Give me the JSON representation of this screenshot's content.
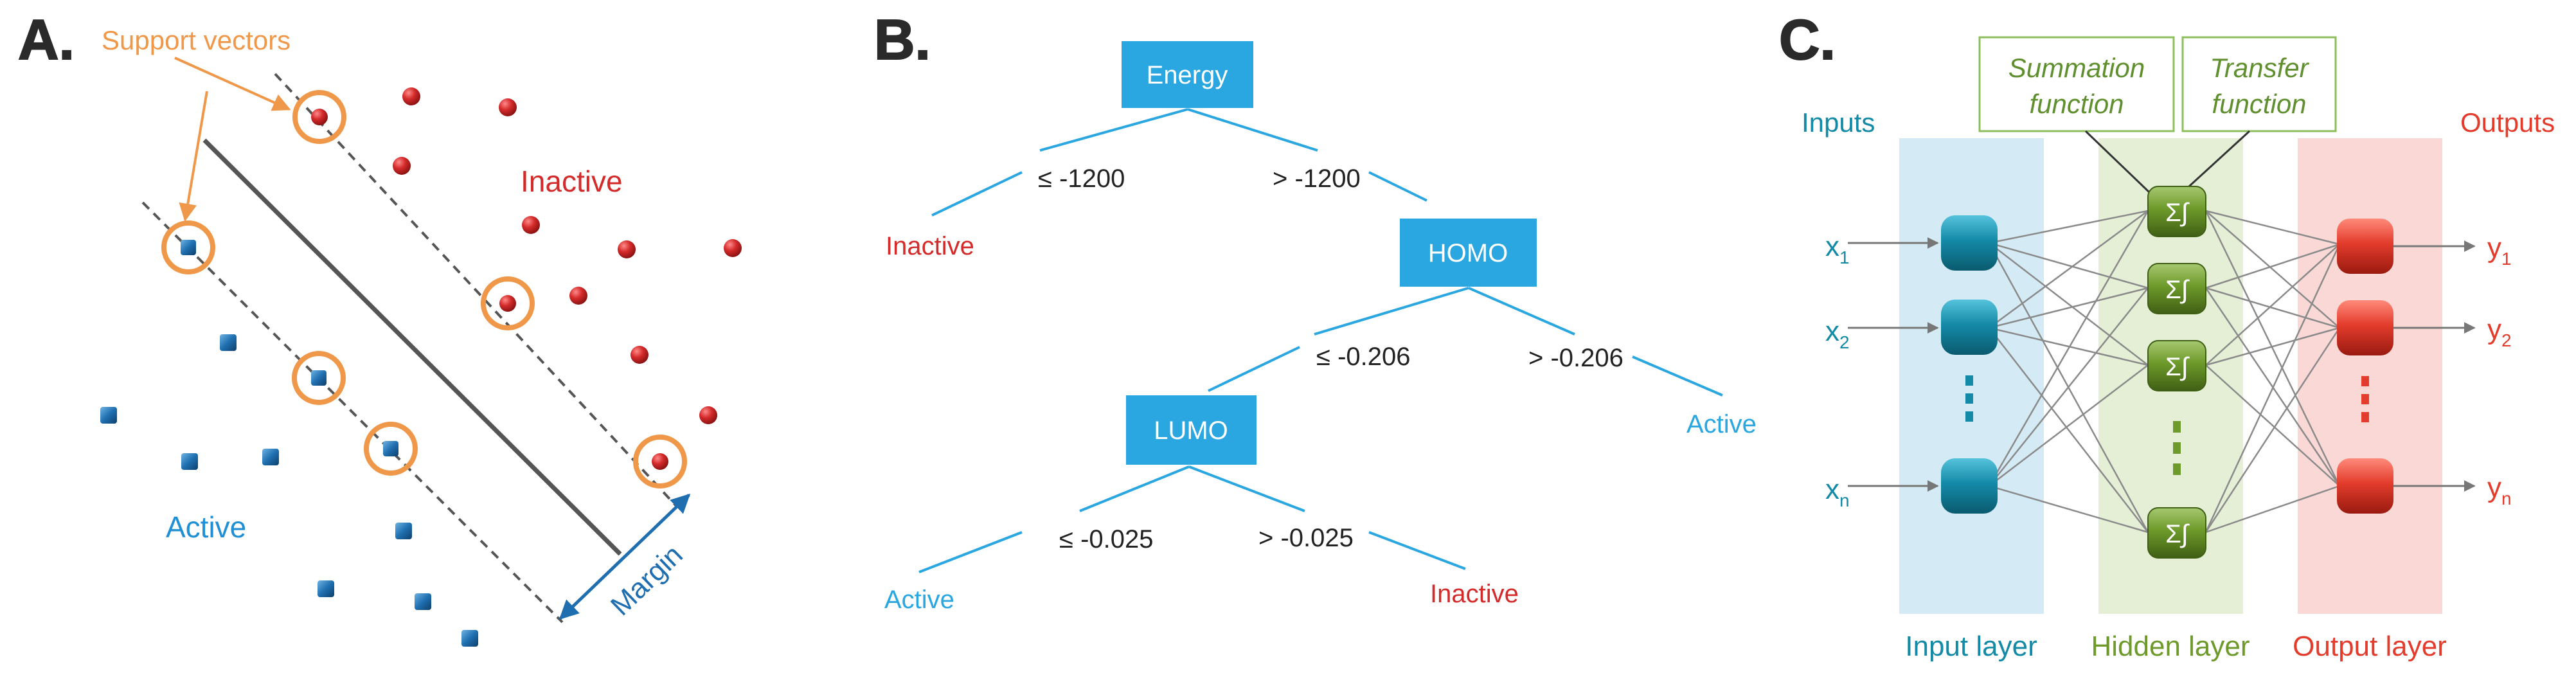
{
  "panel_a": {
    "letter": "A.",
    "support_vectors_label": "Support vectors",
    "inactive_label": "Inactive",
    "active_label": "Active",
    "margin_label": "Margin"
  },
  "panel_b": {
    "letter": "B.",
    "root": "Energy",
    "root_left_condition": "≤ -1200",
    "root_right_condition": "> -1200",
    "leaf_root_left": "Inactive",
    "homo": "HOMO",
    "homo_left_condition": "≤ -0.206",
    "homo_right_condition": "> -0.206",
    "leaf_homo_right": "Active",
    "lumo": "LUMO",
    "lumo_left_condition": "≤ -0.025",
    "lumo_right_condition": "> -0.025",
    "leaf_lumo_left": "Active",
    "leaf_lumo_right": "Inactive"
  },
  "panel_c": {
    "letter": "C.",
    "inputs_title": "Inputs",
    "outputs_title": "Outputs",
    "summation_line1": "Summation",
    "summation_line2": "function",
    "transfer_line1": "Transfer",
    "transfer_line2": "function",
    "x1": "x",
    "x1_sub": "1",
    "x2": "x",
    "x2_sub": "2",
    "xn": "x",
    "xn_sub": "n",
    "y1": "y",
    "y1_sub": "1",
    "y2": "y",
    "y2_sub": "2",
    "yn": "y",
    "yn_sub": "n",
    "neuron_symbol": "Σ∫",
    "input_layer": "Input layer",
    "hidden_layer": "Hidden layer",
    "output_layer": "Output layer"
  },
  "colors": {
    "inactive_red": "#d42a2a",
    "active_blue": "#1f8fd6",
    "support_orange": "#f0984a",
    "node_teal": "#138aa6",
    "hidden_green": "#6d9a2a",
    "output_red": "#e33c2c",
    "tree_box": "#2aa6e0"
  }
}
